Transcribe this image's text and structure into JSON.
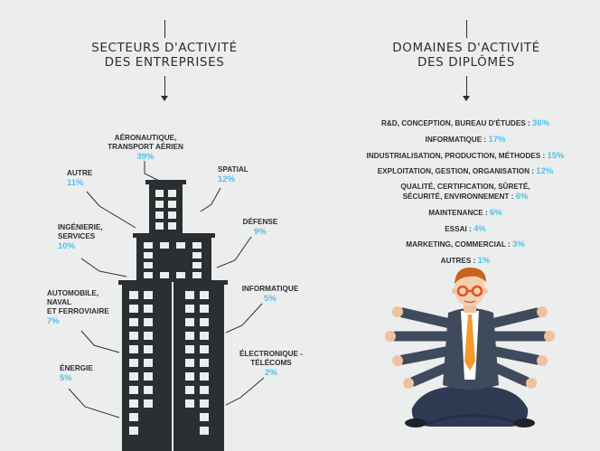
{
  "left_heading": {
    "line1": "SECTEURS D'ACTIVITÉ",
    "line2": "DES ENTREPRISES"
  },
  "right_heading": {
    "line1": "DOMAINES D'ACTIVITÉ",
    "line2": "DES DIPLÔMÉS"
  },
  "sectors": {
    "aero": {
      "line1": "AÉRONAUTIQUE,",
      "line2": "TRANSPORT AÉRIEN",
      "pct": "39%"
    },
    "autre": {
      "line1": "AUTRE",
      "pct": "11%"
    },
    "ingenierie": {
      "line1": "INGÉNIERIE,",
      "line2": "SERVICES",
      "pct": "10%"
    },
    "automobile": {
      "line1": "AUTOMOBILE,",
      "line2": "NAVAL",
      "line3": "ET FERROVIAIRE",
      "pct": "7%"
    },
    "energie": {
      "line1": "ÉNERGIE",
      "pct": "5%"
    },
    "spatial": {
      "line1": "SPATIAL",
      "pct": "12%"
    },
    "defense": {
      "line1": "DÉFENSE",
      "pct": "9%"
    },
    "informatique": {
      "line1": "INFORMATIQUE",
      "pct": "5%"
    },
    "electronique": {
      "line1": "ÉLECTRONIQUE -",
      "line2": "TÉLÉCOMS",
      "pct": "2%"
    }
  },
  "domains": [
    {
      "label": "R&D, CONCEPTION, BUREAU D'ÉTUDES : ",
      "pct": "36%"
    },
    {
      "label": "INFORMATIQUE : ",
      "pct": "17%"
    },
    {
      "label": "INDUSTRIALISATION, PRODUCTION, MÉTHODES : ",
      "pct": "15%"
    },
    {
      "label": "EXPLOITATION, GESTION, ORGANISATION : ",
      "pct": "12%"
    },
    {
      "label": "QUALITÉ, CERTIFICATION, SÛRETÉ,",
      "label2": "SÉCURITÉ, ENVIRONNEMENT : ",
      "pct": "6%"
    },
    {
      "label": "MAINTENANCE : ",
      "pct": "6%"
    },
    {
      "label": "ESSAI : ",
      "pct": "4%"
    },
    {
      "label": "MARKETING, COMMERCIAL : ",
      "pct": "3%"
    },
    {
      "label": "AUTRES : ",
      "pct": "1%"
    }
  ],
  "colors": {
    "accent": "#4fc1e9",
    "dark": "#2b2f33",
    "background": "#eceded"
  }
}
